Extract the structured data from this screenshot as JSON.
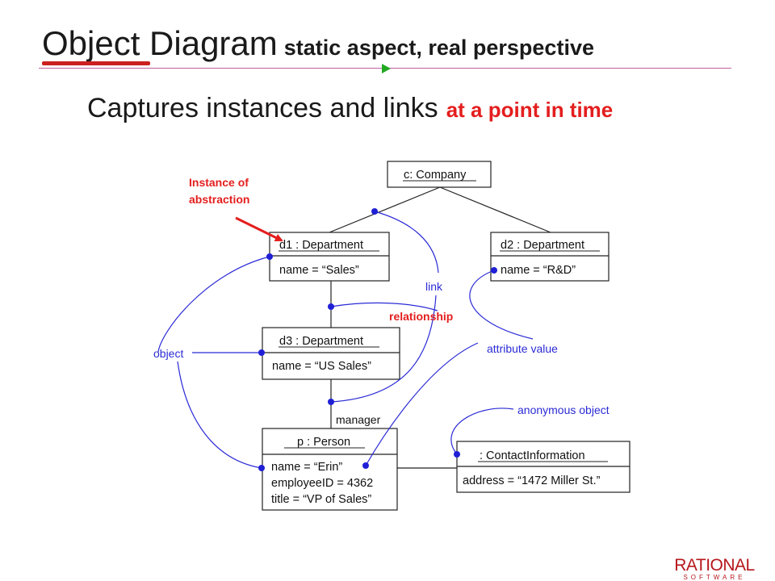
{
  "header": {
    "title": "Object Diagram",
    "title_suffix": "static aspect, real perspective",
    "subtitle": "Captures instances and links",
    "subtitle_accent": "at a point in time"
  },
  "diagram": {
    "objects": {
      "company": {
        "name": "c: Company"
      },
      "d1": {
        "name": "d1 : Department",
        "attrs": [
          "name = “Sales”"
        ]
      },
      "d2": {
        "name": "d2 : Department",
        "attrs": [
          "name = “R&D”"
        ]
      },
      "d3": {
        "name": "d3 : Department",
        "attrs": [
          "name = “US Sales”"
        ]
      },
      "person": {
        "name": "p : Person",
        "attrs": [
          "name = “Erin”",
          "employeeID = 4362",
          "title = “VP of Sales”"
        ]
      },
      "contact": {
        "name": ": ContactInformation",
        "attrs": [
          "address = “1472 Miller St.”"
        ]
      }
    },
    "role_label": "manager",
    "annotations": {
      "instance_of_abstraction": [
        "Instance of",
        "abstraction"
      ],
      "relationship": "relationship",
      "link": "link",
      "object": "object",
      "attribute_value": "attribute value",
      "anonymous_object": "anonymous object"
    },
    "colors": {
      "annotation_red": "#e41e1e",
      "annotation_blue": "#2b2bd6",
      "title_underline": "#cc1f1f",
      "play_marker": "#22aa22"
    }
  },
  "logo": {
    "main": "RATIONAL",
    "sub": "SOFTWARE",
    "color": "#b5171c"
  }
}
